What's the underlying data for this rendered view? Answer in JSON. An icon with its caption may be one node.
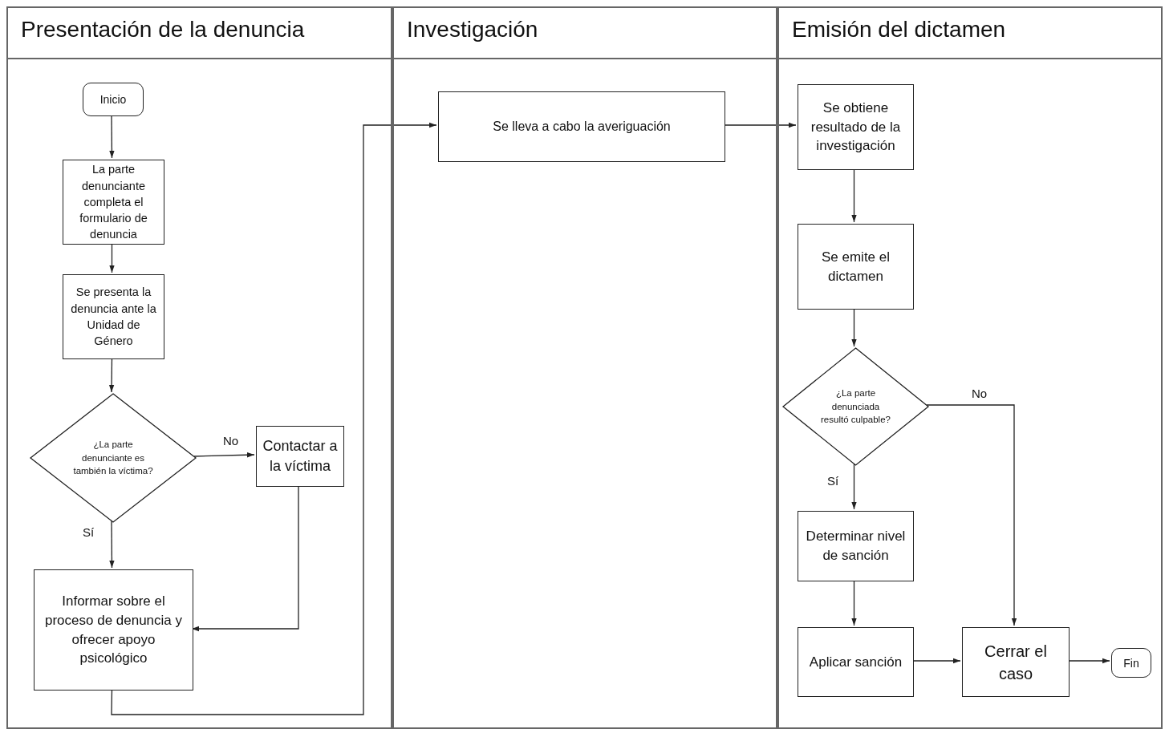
{
  "diagram": {
    "nodes": [
      {
        "text": [
          "Presentación de la denuncia"
        ]
      },
      {
        "text": [
          "Investigación"
        ]
      },
      {
        "text": [
          "Emisión del dictamen"
        ]
      },
      {
        "text": [
          "Inicio"
        ],
        "in": 0
      },
      {
        "text": [
          "La parte denunciante completa el formulario de denuncia"
        ],
        "in": 0
      },
      {
        "text": [
          "Se presenta la denuncia ante la Unidad de Género"
        ],
        "in": 0
      },
      {
        "text": [
          "¿La parte denunciante es también la víctima?"
        ],
        "in": 0
      },
      {
        "text": [
          "Contactar a la víctima"
        ],
        "in": 0
      },
      {
        "text": [
          "Informar sobre el proceso de denuncia y ofrecer apoyo psicológico"
        ],
        "in": 0
      },
      {
        "text": [
          "Se lleva a cabo la averiguación"
        ],
        "in": 1
      },
      {
        "text": [
          "Se obtiene resultado de la investigación"
        ],
        "in": 2
      },
      {
        "text": [
          "Se emite el dictamen"
        ],
        "in": 2
      },
      {
        "text": [
          "¿La parte denunciada resultó culpable?"
        ],
        "in": 2
      },
      {
        "text": [
          "Determinar nivel de sanción"
        ],
        "in": 2
      },
      {
        "text": [
          "Aplicar sanción"
        ],
        "in": 2
      },
      {
        "text": [
          "Cerrar el caso"
        ],
        "in": 2
      },
      {
        "text": [
          "Fin"
        ],
        "in": 2
      }
    ],
    "edges": [
      {
        "from": 3,
        "to": 4,
        "arrow": "to"
      },
      {
        "from": 4,
        "to": 5,
        "arrow": "to"
      },
      {
        "from": 5,
        "to": 6,
        "arrow": "to"
      },
      {
        "from": 6,
        "to": 7,
        "arrow": "to",
        "label": "No"
      },
      {
        "from": 6,
        "to": 8,
        "arrow": "to",
        "label": "Sí"
      },
      {
        "from": 7,
        "to": 8,
        "arrow": "to"
      },
      {
        "from": 8,
        "to": 9,
        "arrow": "to"
      },
      {
        "from": 9,
        "to": 10,
        "arrow": "to"
      },
      {
        "from": 10,
        "to": 11,
        "arrow": "to"
      },
      {
        "from": 11,
        "to": 12,
        "arrow": "to"
      },
      {
        "from": 12,
        "to": 13,
        "arrow": "to",
        "label": "Sí"
      },
      {
        "from": 12,
        "to": 15,
        "arrow": "to",
        "label": "No"
      },
      {
        "from": 13,
        "to": 14,
        "arrow": "to"
      },
      {
        "from": 14,
        "to": 15,
        "arrow": "to"
      },
      {
        "from": 15,
        "to": 16,
        "arrow": "to"
      }
    ]
  }
}
